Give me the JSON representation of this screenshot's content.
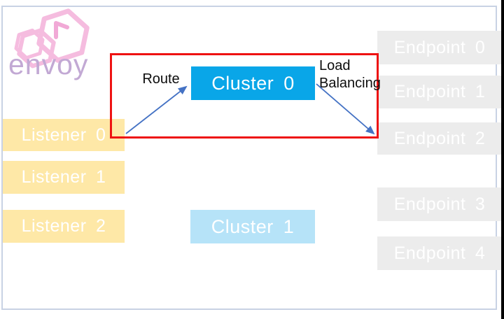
{
  "brand": {
    "name": "envoy"
  },
  "diagram": {
    "listeners": [
      "Listener 0",
      "Listener 1",
      "Listener 2"
    ],
    "clusters": [
      "Cluster 0",
      "Cluster 1"
    ],
    "endpoints": [
      "Endpoint 0",
      "Endpoint 1",
      "Endpoint 2",
      "Endpoint 3",
      "Endpoint 4"
    ],
    "labels": {
      "route": "Route",
      "load_balancing_line1": "Load",
      "load_balancing_line2": "Balancing"
    },
    "colors": {
      "listener_fill": "#FEE8A7",
      "cluster0_fill": "#09A6E8",
      "cluster1_fill": "#B6E3F8",
      "endpoint_fill": "#ECECEC",
      "box_text": "#FFFFFF",
      "highlight_border": "#EE1212",
      "arrow": "#4472C4",
      "frame_border": "#C8D2E4",
      "logo_pink": "#F5BCDF",
      "logo_wordmark": "#C2A9D4"
    }
  }
}
